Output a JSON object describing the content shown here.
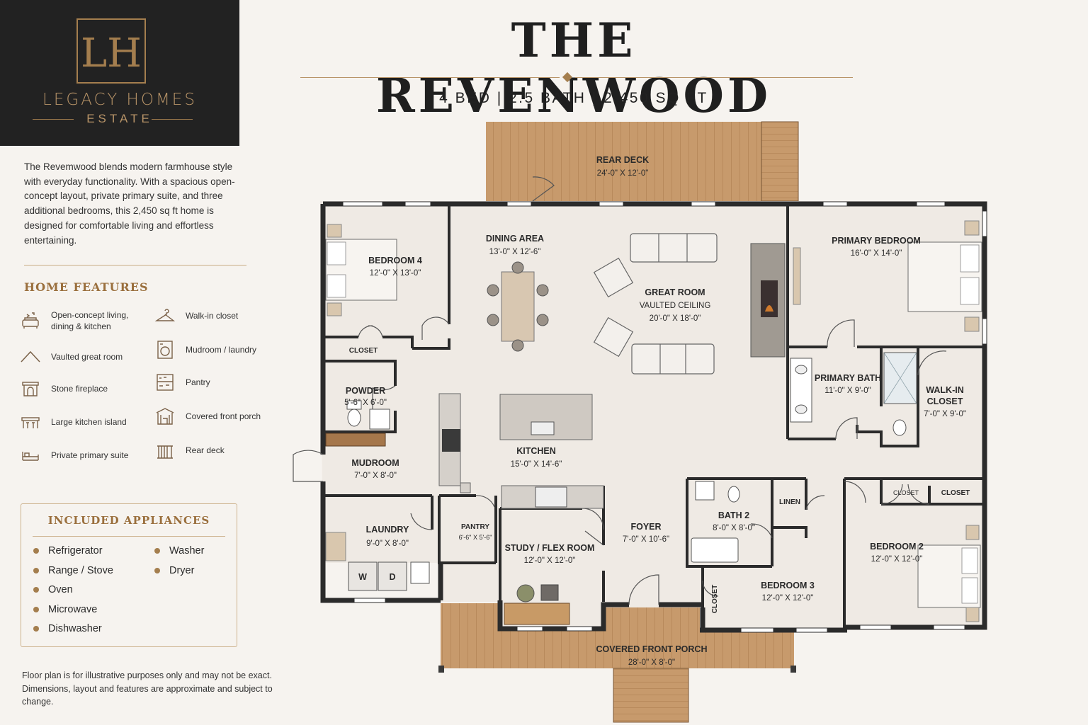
{
  "brand": {
    "name": "LEGACY HOMES",
    "sub": "ESTATE",
    "monogram": "LH",
    "accent_color": "#a47e4e"
  },
  "title": "THE REVENWOOD",
  "specs": "4 BED  |  2.5 BATH  |  2,450 SQ FT",
  "intro": "The Revemwood blends modern farmhouse style with everyday functionality.  With a spacious open-concept layout, private primary suite, and three additional bedrooms, this 2,450 sq ft home is designed for comfortable living and effortless entertaining.",
  "features": {
    "title": "HOME FEATURES",
    "left": [
      {
        "icon": "sofa-icon",
        "label1": "Open-concept living,",
        "label2": "dining & kitchen"
      },
      {
        "icon": "vaulted-roof-icon",
        "label1": "Vaulted great room",
        "label2": ""
      },
      {
        "icon": "fireplace-icon",
        "label1": "Stone fireplace",
        "label2": ""
      },
      {
        "icon": "kitchen-island-icon",
        "label1": "Large kitchen island",
        "label2": ""
      },
      {
        "icon": "bed-icon",
        "label1": "Private primary suite",
        "label2": ""
      }
    ],
    "right": [
      {
        "icon": "hanger-icon",
        "label": "Walk-in closet"
      },
      {
        "icon": "washer-icon",
        "label": "Mudroom / laundry"
      },
      {
        "icon": "pantry-shelf-icon",
        "label": "Pantry"
      },
      {
        "icon": "porch-icon",
        "label": "Covered front porch"
      },
      {
        "icon": "deck-icon",
        "label": "Rear deck"
      }
    ]
  },
  "appliances": {
    "title": "INCLUDED APPLIANCES",
    "left": [
      "Refrigerator",
      "Range / Stove",
      "Oven",
      "Microwave",
      "Dishwasher"
    ],
    "right": [
      "Washer",
      "Dryer"
    ]
  },
  "disclaimer": "Floor plan is for illustrative purposes only and may not be exact. Dimensions, layout and features are approximate and subject to change.",
  "rooms": {
    "rear_deck": {
      "name": "REAR DECK",
      "dim": "24'-0\" X 12'-0\""
    },
    "dining": {
      "name": "DINING AREA",
      "dim": "13'-0\" X 12'-6\""
    },
    "great_room": {
      "name": "GREAT ROOM",
      "note": "VAULTED CEILING",
      "dim": "20'-0\" X 18'-0\""
    },
    "primary_bedroom": {
      "name": "PRIMARY BEDROOM",
      "dim": "16'-0\" X 14'-0\""
    },
    "bedroom4": {
      "name": "BEDROOM 4",
      "dim": "12'-0\" X 13'-0\""
    },
    "closet_b4": {
      "name": "CLOSET"
    },
    "powder": {
      "name": "POWDER",
      "dim": "5'-6\" X 6'-0\""
    },
    "primary_bath": {
      "name": "PRIMARY BATH",
      "dim": "11'-0\" X 9'-0\""
    },
    "walkin": {
      "name1": "WALK-IN",
      "name2": "CLOSET",
      "dim": "7'-0\" X 9'-0\""
    },
    "kitchen": {
      "name": "KITCHEN",
      "dim": "15'-0\" X 14'-6\""
    },
    "mudroom": {
      "name": "MUDROOM",
      "dim": "7'-0\" X 8'-0\""
    },
    "laundry": {
      "name": "LAUNDRY",
      "dim": "9'-0\" X 8'-0\"",
      "washer": "W",
      "dryer": "D"
    },
    "pantry": {
      "name": "PANTRY",
      "dim": "6'-6\" X 5'-6\""
    },
    "study": {
      "name": "STUDY / FLEX ROOM",
      "dim": "12'-0\" X 12'-0\""
    },
    "foyer": {
      "name": "FOYER",
      "dim": "7'-0\" X 10'-6\""
    },
    "bath2": {
      "name": "BATH 2",
      "dim": "8'-0\" X 8'-0\""
    },
    "linen": {
      "name": "LINEN"
    },
    "closet_a": {
      "name": "CLOSET"
    },
    "closet_b": {
      "name": "CLOSET"
    },
    "bedroom2": {
      "name": "BEDROOM 2",
      "dim": "12'-0\" X 12'-0\""
    },
    "bedroom3": {
      "name": "BEDROOM 3",
      "dim": "12'-0\" X 12'-0\""
    },
    "closet_b3": {
      "name": "CLOSET"
    },
    "front_porch": {
      "name": "COVERED FRONT PORCH",
      "dim": "28'-0\" X 8'-0\""
    }
  },
  "colors": {
    "wall": "#2b2b2b",
    "floor": "#efeae4",
    "wood": "#c4976a",
    "gold": "#a47e4e"
  }
}
